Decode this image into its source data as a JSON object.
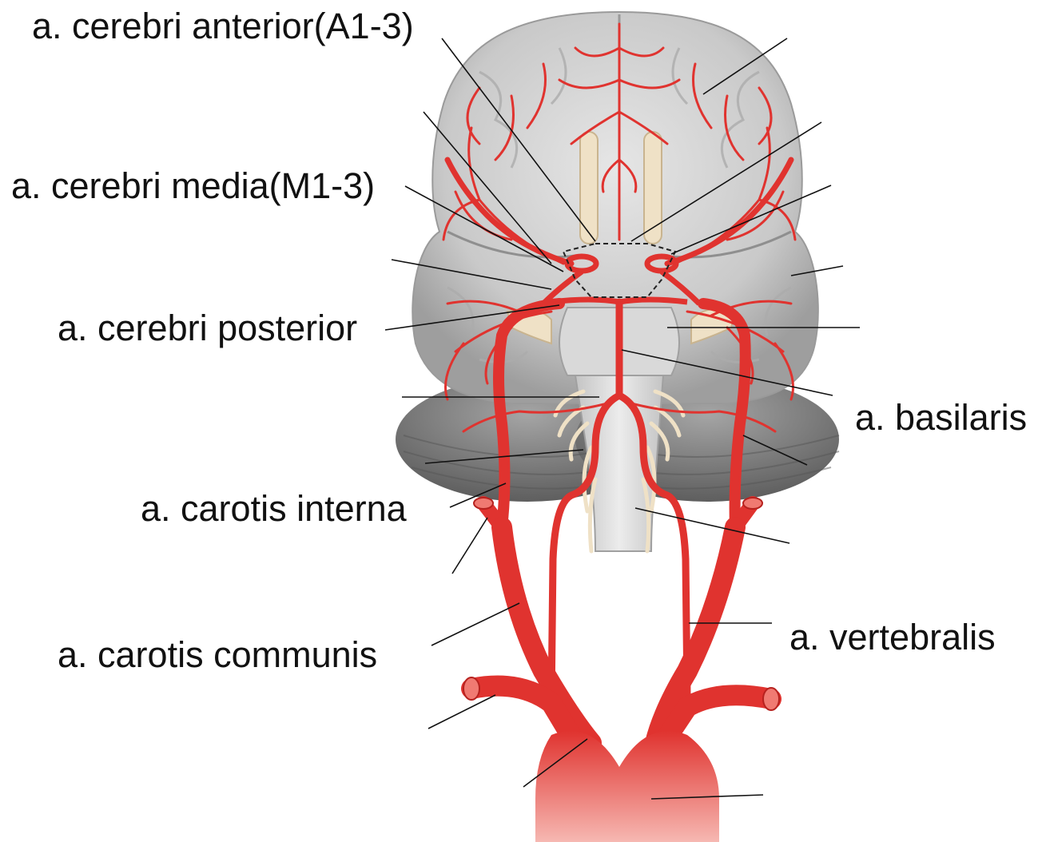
{
  "labels": {
    "cerebri_anterior": "a. cerebri anterior(A1-3)",
    "cerebri_media": "a. cerebri media(M1-3)",
    "cerebri_posterior": "a. cerebri posterior",
    "carotis_interna": "a. carotis interna",
    "carotis_communis": "a. carotis communis",
    "basilaris": "a. basilaris",
    "vertebralis": "a. vertebralis"
  },
  "colors": {
    "artery": "#e0332f",
    "artery_dark": "#b7211e",
    "artery_light": "#f07a72",
    "brain": "#cfcfcf",
    "brain_shade": "#a9a9a9",
    "cerebellum": "#8c8c8c",
    "nerve": "#efe1c6",
    "leader_line": "#111111"
  }
}
